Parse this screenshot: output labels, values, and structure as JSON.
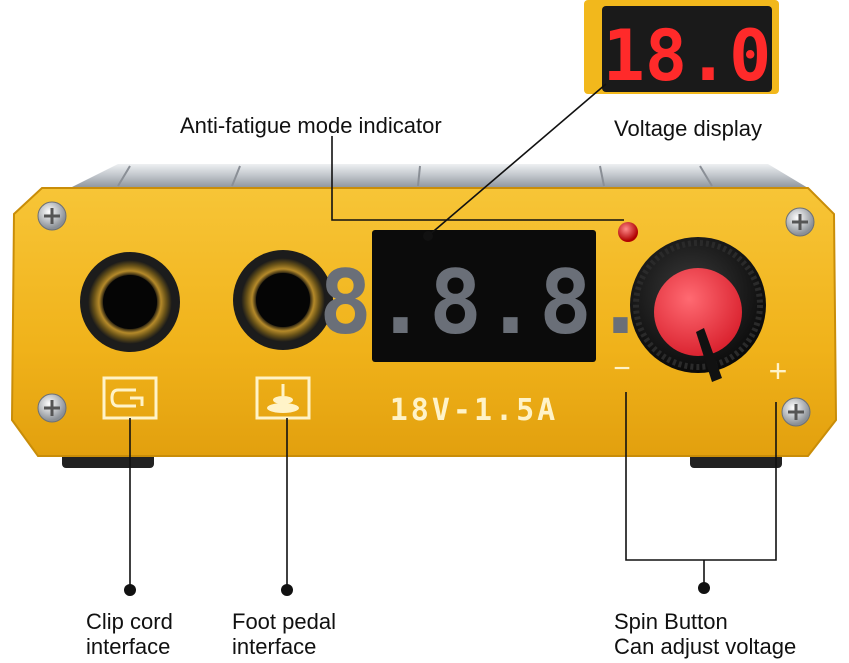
{
  "labels": {
    "anti_fatigue": "Anti-fatigue mode indicator",
    "voltage_display": "Voltage display",
    "clip_cord": "Clip cord\ninterface",
    "foot_pedal": "Foot pedal\ninterface",
    "spin_button": "Spin Button\nCan adjust voltage"
  },
  "device": {
    "rating": "18V-1.5A",
    "panel_display": "8.8.8.",
    "inset_display": "18.0",
    "minus": "−",
    "plus": "+"
  },
  "colors": {
    "panel": "#f2b81c",
    "panel_dark": "#d99a0a",
    "led_red": "#ff2a2a",
    "knob_red": "#e8323f",
    "housing": "#c9cdd2"
  },
  "icons": [
    "screw-icon",
    "clip-cord-icon",
    "foot-pedal-icon"
  ]
}
